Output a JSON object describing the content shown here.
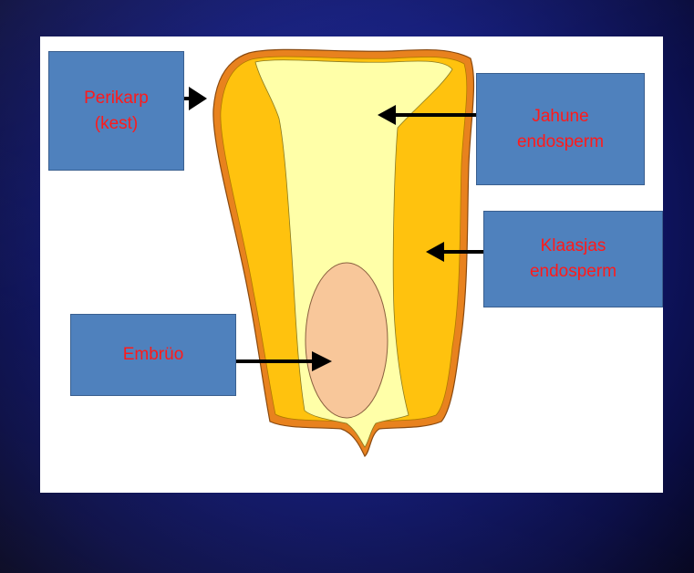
{
  "colors": {
    "background": "#121a78",
    "panel": "#ffffff",
    "label_fill": "#4f81bd",
    "label_text": "#ff1a1a",
    "pericarp": "#e8821e",
    "horny_endosperm": "#ffc20e",
    "floury_endosperm": "#ffffa8",
    "embryo": "#f8c79a",
    "arrow": "#000000"
  },
  "labels": {
    "perikarp": "Perikarp\n(kest)",
    "jahune": "Jahune\nendosperm",
    "klaasjas": "Klaasjas\nendosperm",
    "embryo": "Embrüo"
  }
}
